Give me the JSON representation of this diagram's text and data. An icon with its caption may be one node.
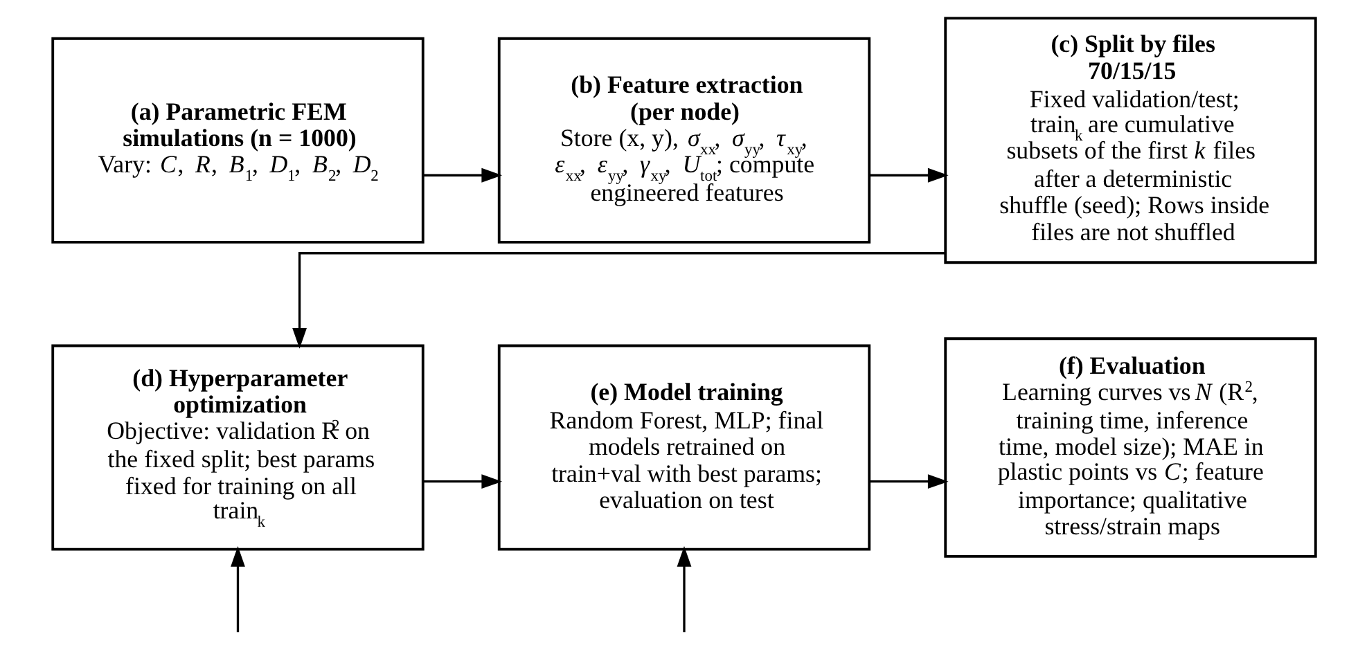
{
  "diagram": {
    "nodes": [
      {
        "text": [
          "(a) Parametric FEM simulations (n = 1000)",
          "Vary: *C*, *R*, *B*$_{1}$, *D*$_{1}$, *B*$_{2}$, *D*$_{2}$"
        ]
      },
      {
        "text": [
          "(b) Feature extraction (per node)",
          "Store (x, y), *σ*$_{xx}$, *σ*$_{yy}$, *τ*$_{xy}$, *ε*$_{xx}$, *ε*$_{yy}$, *γ*$_{xy}$, *U*$_{tot}$; compute engineered features"
        ]
      },
      {
        "text": [
          "(c) Split by files 70/15/15",
          "Fixed validation/test; train$_{k}$ are cumulative subsets of the first *k* files after a deterministic shuffle (seed); Rows inside files are not shuffled"
        ]
      },
      {
        "text": [
          "(d) Hyperparameter optimization",
          "Objective: validation R$^{2}$ on the fixed split; best params fixed for training on all train$_{k}$"
        ]
      },
      {
        "text": [
          "(e) Model training",
          "Random Forest, MLP; final models retrained on train+val with best params; evaluation on test"
        ]
      },
      {
        "text": [
          "(f) Evaluation",
          "Learning curves vs *N* (R$^{2}$, training time, inference time, model size); MAE in plastic points vs *C*; feature importance; qualitative stress/strain maps"
        ]
      }
    ],
    "edges": [
      {
        "from": 0,
        "to": 1,
        "arrow": "to"
      },
      {
        "from": 1,
        "to": 2,
        "arrow": "to"
      },
      {
        "from": 2,
        "to": 3,
        "arrow": "to"
      },
      {
        "from": 3,
        "to": 4,
        "arrow": "to"
      },
      {
        "from": 4,
        "to": 5,
        "arrow": "to"
      },
      {
        "from": null,
        "to": 3,
        "arrow": "to"
      },
      {
        "from": null,
        "to": 4,
        "arrow": "to"
      }
    ]
  }
}
